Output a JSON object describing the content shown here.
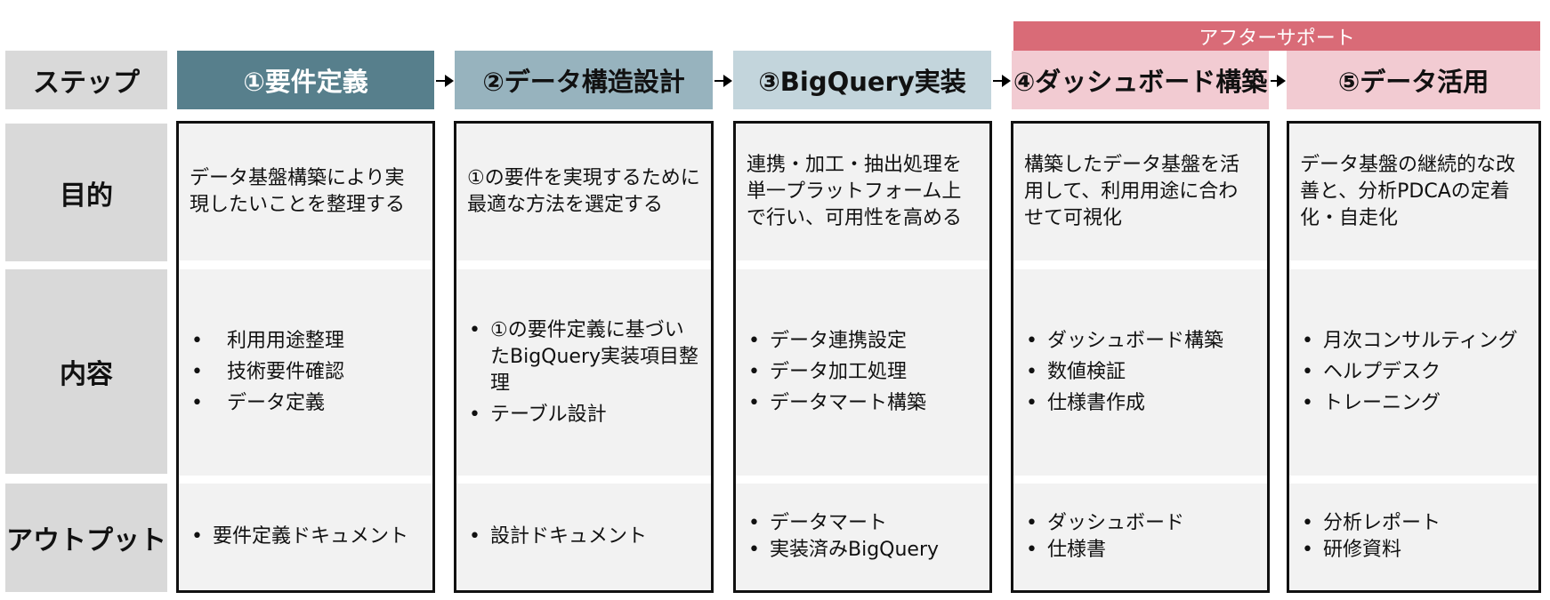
{
  "after_support": {
    "label": "アフターサポート",
    "color": "#D96B77"
  },
  "row_labels": {
    "step": "ステップ",
    "purpose": "目的",
    "content": "内容",
    "output": "アウトプット"
  },
  "steps": [
    {
      "title": "①要件定義",
      "header_color": "#577F8C",
      "header_text_color": "#FFFFFF",
      "purpose": "データ基盤構築により実現したいことを整理する",
      "content": [
        "利用用途整理",
        "技術要件確認",
        "データ定義"
      ],
      "output": [
        "要件定義ドキュメント"
      ]
    },
    {
      "title": "②データ構造設計",
      "header_color": "#97B3BE",
      "header_text_color": "#111111",
      "purpose": "①の要件を実現するために最適な方法を選定する",
      "content": [
        "①の要件定義に基づいたBigQuery実装項目整理",
        "テーブル設計"
      ],
      "output": [
        "設計ドキュメント"
      ]
    },
    {
      "title": "③BigQuery実装",
      "header_color": "#C3D5DC",
      "header_text_color": "#111111",
      "purpose": "連携・加工・抽出処理を単一プラットフォーム上で行い、可用性を高める",
      "content": [
        "データ連携設定",
        "データ加工処理",
        "データマート構築"
      ],
      "output": [
        "データマート",
        "実装済みBigQuery"
      ]
    },
    {
      "title": "④ダッシュボード構築",
      "header_color": "#F2CBD2",
      "header_text_color": "#111111",
      "purpose": "構築したデータ基盤を活用して、利用用途に合わせて可視化",
      "content": [
        "ダッシュボード構築",
        "数値検証",
        "仕様書作成"
      ],
      "output": [
        "ダッシュボード",
        "仕様書"
      ]
    },
    {
      "title": "⑤データ活用",
      "header_color": "#F2CBD2",
      "header_text_color": "#111111",
      "purpose": "データ基盤の継続的な改善と、分析PDCAの定着化・自走化",
      "content": [
        "月次コンサルティング",
        "ヘルプデスク",
        "トレーニング"
      ],
      "output": [
        "分析レポート",
        "研修資料"
      ]
    }
  ]
}
